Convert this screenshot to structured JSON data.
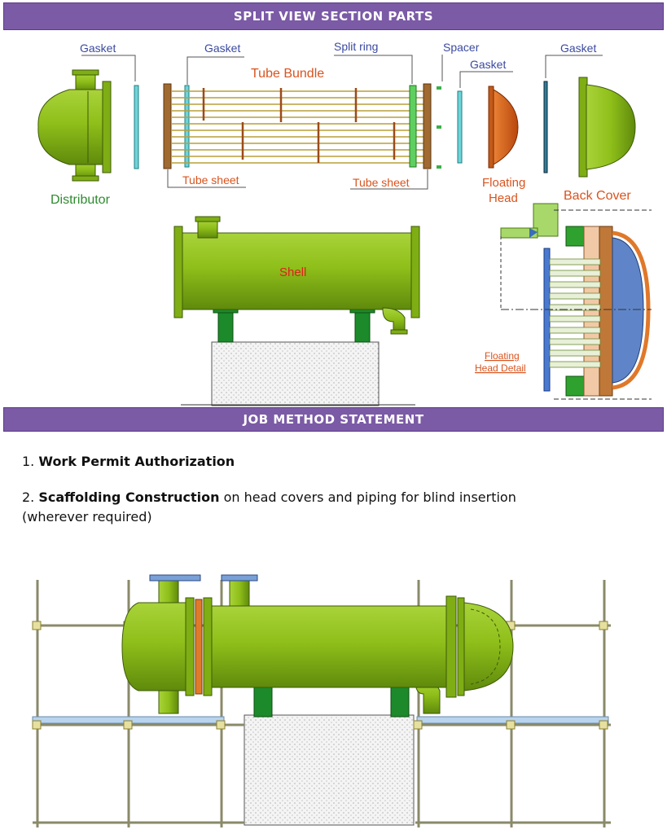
{
  "sections": {
    "split_view_title": "SPLIT VIEW SECTION PARTS",
    "job_method_title": "JOB METHOD STATEMENT"
  },
  "labels": {
    "gasket_1": "Gasket",
    "gasket_2": "Gasket",
    "split_ring": "Split ring",
    "spacer": "Spacer",
    "gasket_3": "Gasket",
    "gasket_4": "Gasket",
    "tube_bundle": "Tube  Bundle",
    "tube_sheet_1": "Tube sheet",
    "tube_sheet_2": "Tube sheet",
    "distributor": "Distributor",
    "floating_head_line1": "Floating",
    "floating_head_line2": "Head",
    "back_cover": "Back Cover",
    "shell": "Shell",
    "floating_head_detail_line1": "Floating",
    "floating_head_detail_line2": "Head Detail"
  },
  "steps": [
    {
      "number": "1.",
      "title": "Work Permit Authorization",
      "text": ""
    },
    {
      "number": "2.",
      "title": "Scaffolding Construction",
      "text": " on head covers and piping for blind insertion",
      "text2": "(wherever required)"
    }
  ],
  "colors": {
    "banner": "#7b5aa6",
    "equipment_green": "#8fbf1a",
    "label_orange": "#d9531e",
    "label_green": "#2e8b2e",
    "label_blue": "#3b4aa0"
  }
}
